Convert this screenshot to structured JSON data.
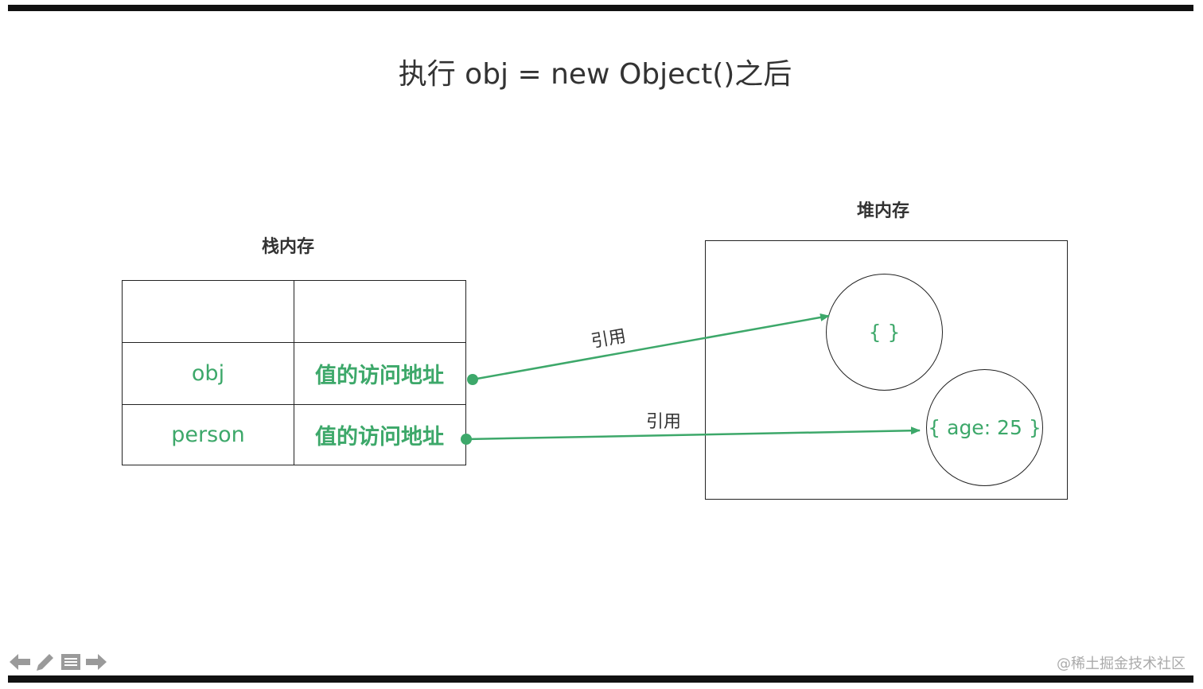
{
  "title": "执行 obj = new Object()之后",
  "stack": {
    "label": "栈内存",
    "rows": [
      {
        "name": "",
        "value": ""
      },
      {
        "name": "obj",
        "value": "值的访问地址"
      },
      {
        "name": "person",
        "value": "值的访问地址"
      }
    ]
  },
  "heap": {
    "label": "堆内存",
    "objects": [
      {
        "text": "{ }"
      },
      {
        "text": "{  age: 25 }"
      }
    ]
  },
  "references": [
    {
      "label": "引用"
    },
    {
      "label": "引用"
    }
  ],
  "colors": {
    "accent": "#3da86a",
    "line": "#222222",
    "text": "#333333"
  },
  "toolbar": {
    "icons": [
      "arrow-left-icon",
      "pencil-icon",
      "menu-icon",
      "arrow-right-icon"
    ]
  },
  "watermark": "@稀土掘金技术社区"
}
